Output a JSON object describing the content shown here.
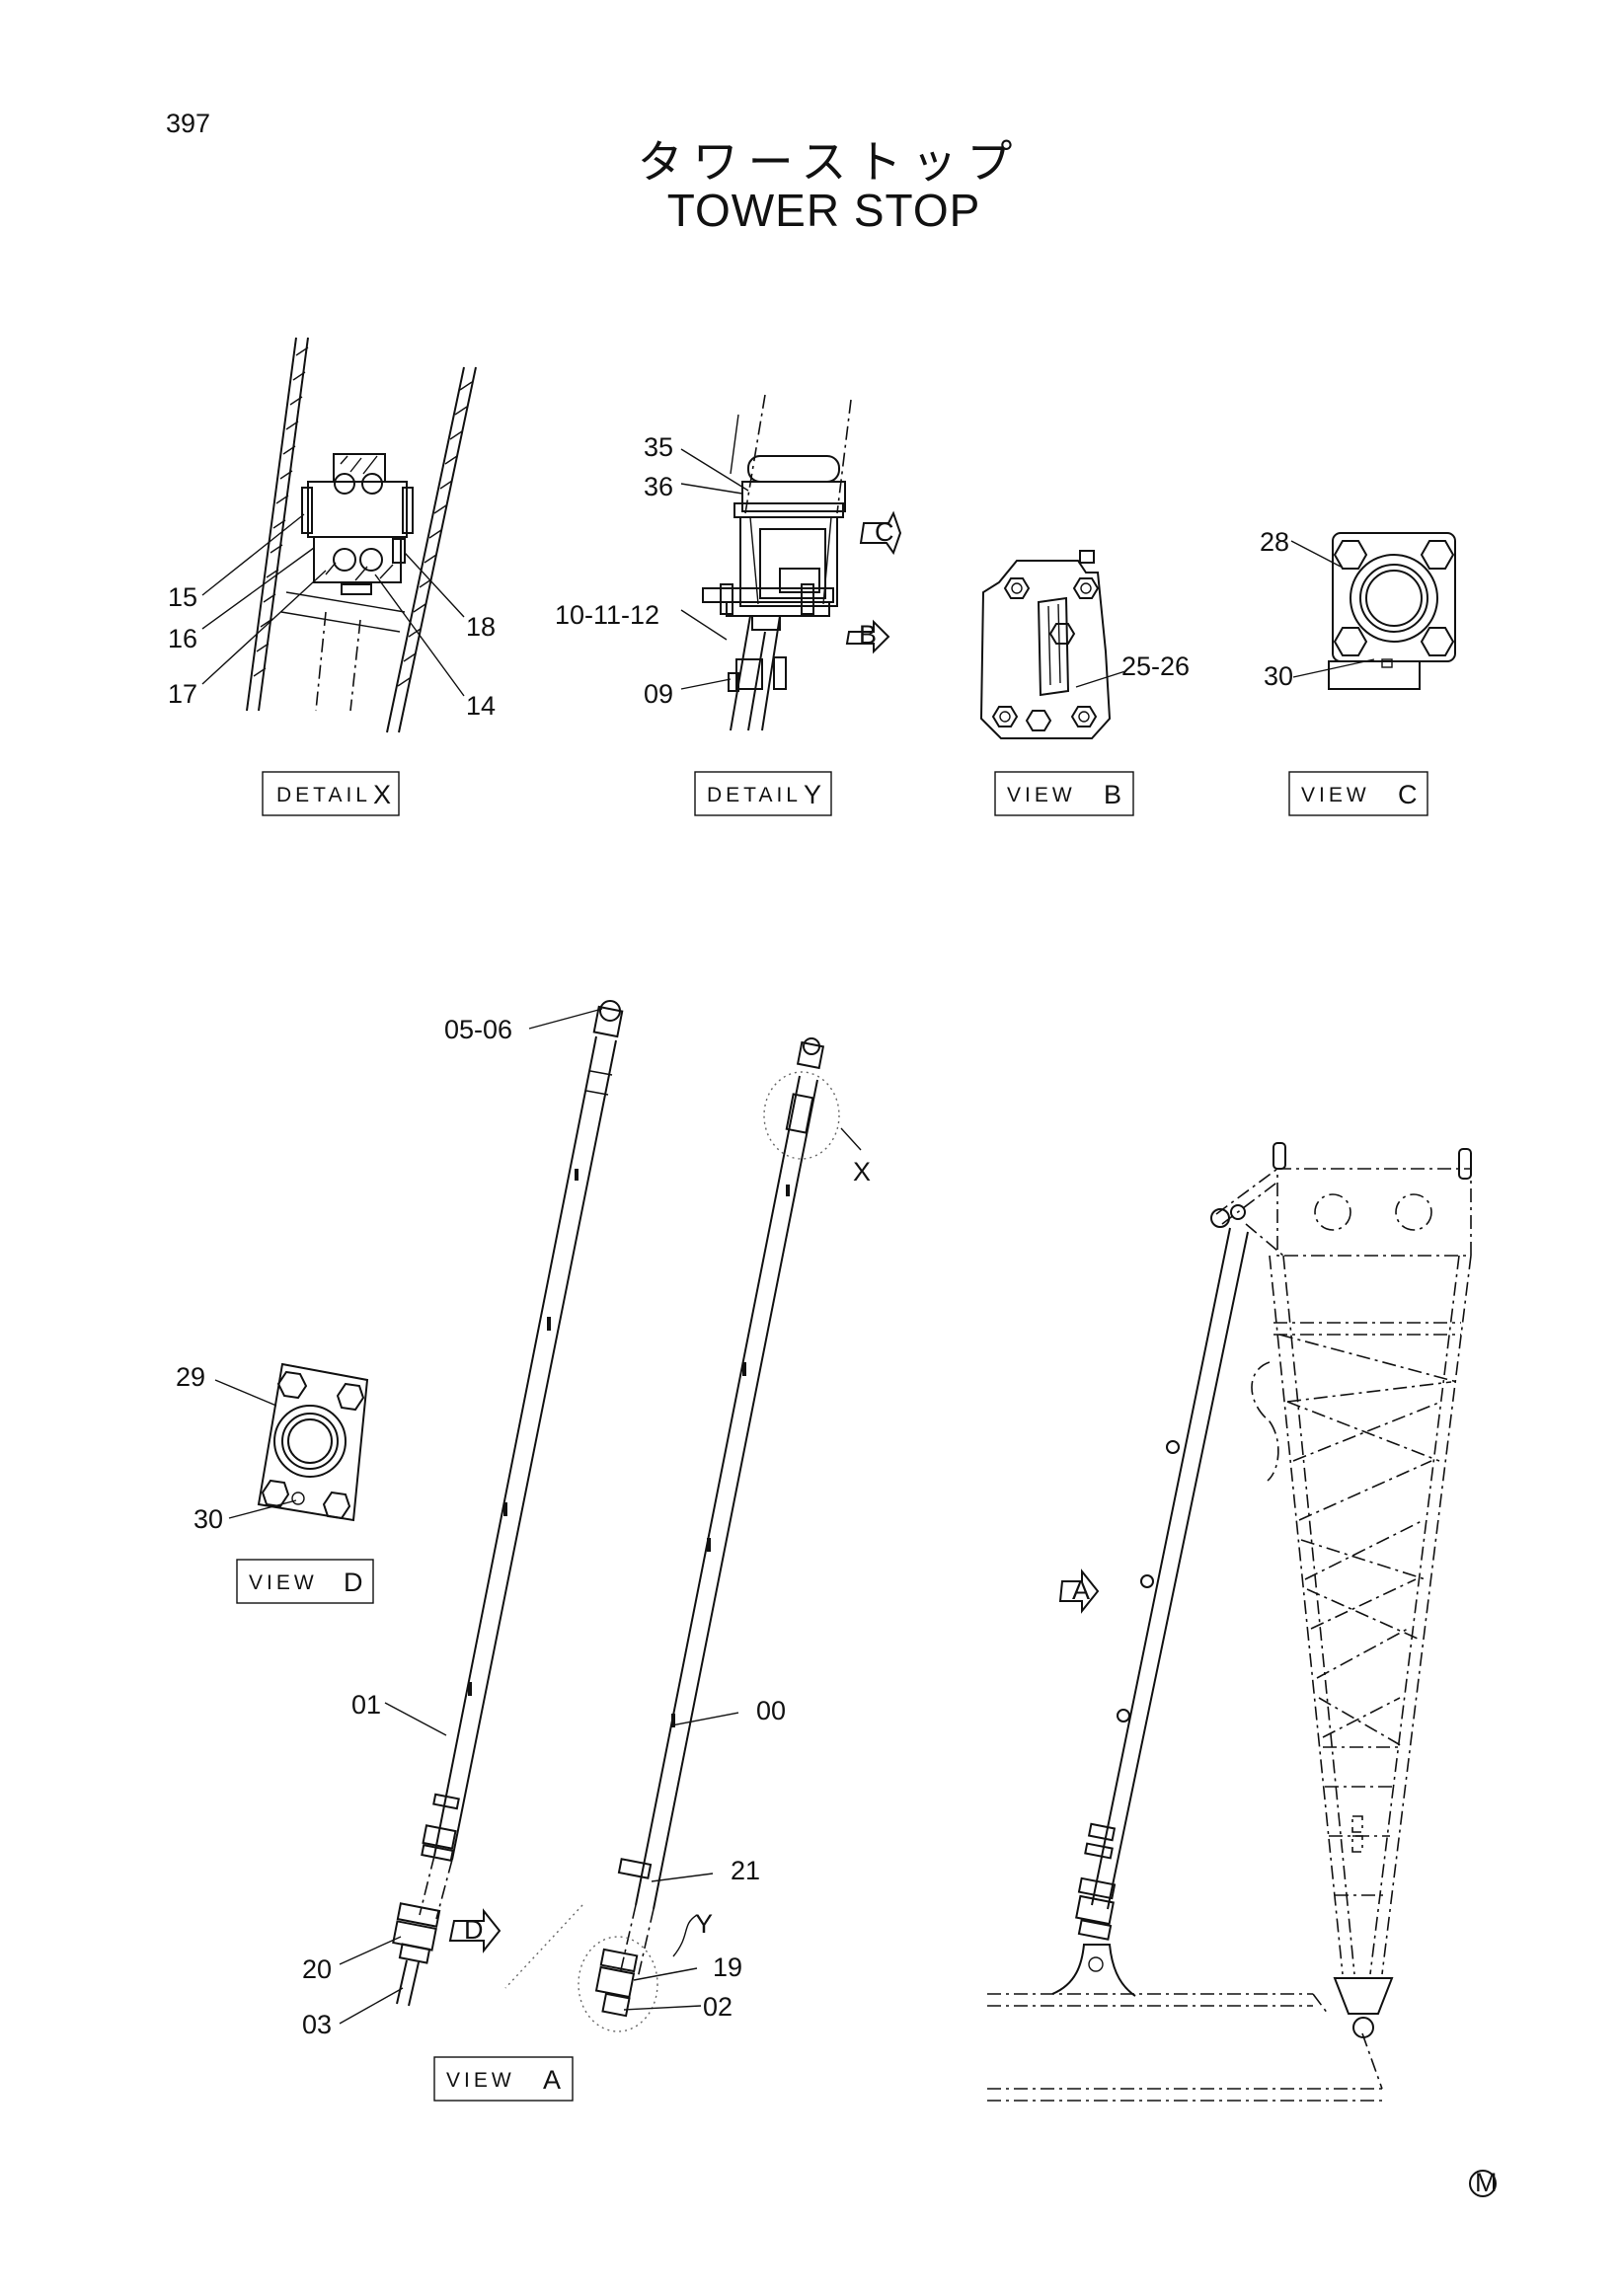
{
  "page_number": "397",
  "title_jp": "タワーストップ",
  "title_en": "TOWER STOP",
  "views": {
    "detail_x": {
      "word": "DETAIL",
      "letter": "X"
    },
    "detail_y": {
      "word": "DETAIL",
      "letter": "Y"
    },
    "view_b": {
      "word": "VIEW",
      "letter": "B"
    },
    "view_c": {
      "word": "VIEW",
      "letter": "C"
    },
    "view_d": {
      "word": "VIEW",
      "letter": "D"
    },
    "view_a": {
      "word": "VIEW",
      "letter": "A"
    }
  },
  "callouts": {
    "c15": "15",
    "c16": "16",
    "c17": "17",
    "c18": "18",
    "c14": "14",
    "c35": "35",
    "c36": "36",
    "c10_11_12": "10-11-12",
    "c09": "09",
    "c25_26": "25-26",
    "c28": "28",
    "c30a": "30",
    "c05_06": "05-06",
    "c29": "29",
    "c30b": "30",
    "c01": "01",
    "c00": "00",
    "c21": "21",
    "c19": "19",
    "c02": "02",
    "c20": "20",
    "c03": "03"
  },
  "arrow_letters": {
    "x": "X",
    "y": "Y",
    "b": "B",
    "c": "C",
    "d": "D",
    "a": "A"
  },
  "corner_mark": "M"
}
